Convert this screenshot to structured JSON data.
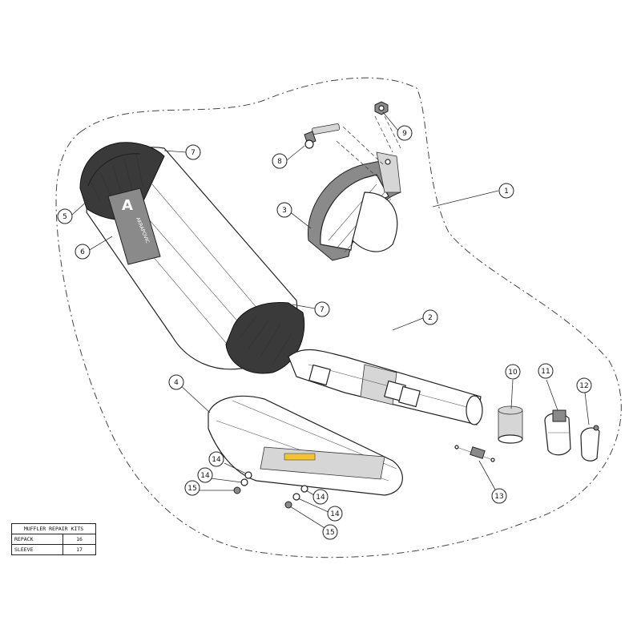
{
  "callouts": [
    "1",
    "2",
    "3",
    "4",
    "5",
    "6",
    "7",
    "7",
    "8",
    "9",
    "10",
    "11",
    "12",
    "13",
    "14",
    "14",
    "14",
    "14",
    "15",
    "15"
  ],
  "brand_mark": "AKRAPOVIC",
  "repair_kits": {
    "title": "MUFFLER REPAIR KITS",
    "rows": [
      {
        "label": "REPACK",
        "value": "16"
      },
      {
        "label": "SLEEVE",
        "value": "17"
      }
    ]
  },
  "colors": {
    "line": "#222222",
    "accent": "#f2c230",
    "background": "#ffffff"
  }
}
